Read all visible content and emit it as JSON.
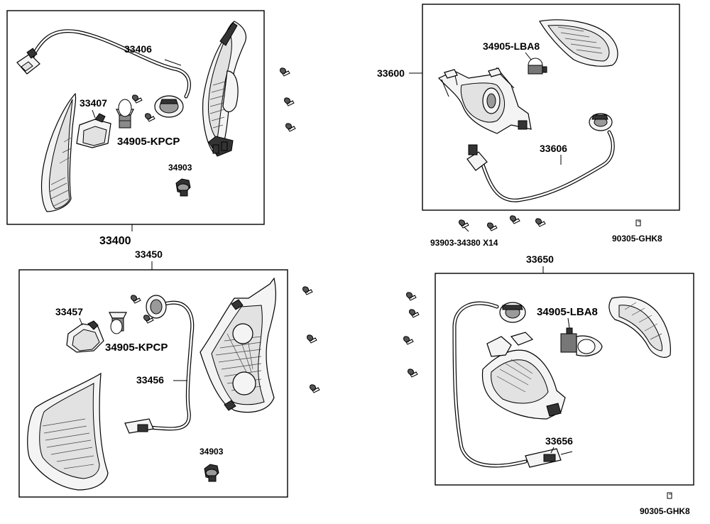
{
  "labels": {
    "assy_front_left": "33400",
    "harness_front_left": "33406",
    "socket_front_left": "33407",
    "bulb_front_left": "34905-KPCP",
    "grommet_front_left": "34903",
    "assy_front_right": "33600",
    "bulb_front_right": "34905-LBA8",
    "harness_front_right": "33606",
    "screw_group": "93903-34380 X14",
    "nut_upper": "90305-GHK8",
    "assy_rear_left": "33450",
    "socket_rear_left": "33457",
    "bulb_rear_left": "34905-KPCP",
    "harness_rear_left": "33456",
    "grommet_rear_left": "34903",
    "assy_rear_right": "33650",
    "bulb_rear_right": "34905-LBA8",
    "harness_rear_right": "33656",
    "nut_lower": "90305-GHK8"
  }
}
